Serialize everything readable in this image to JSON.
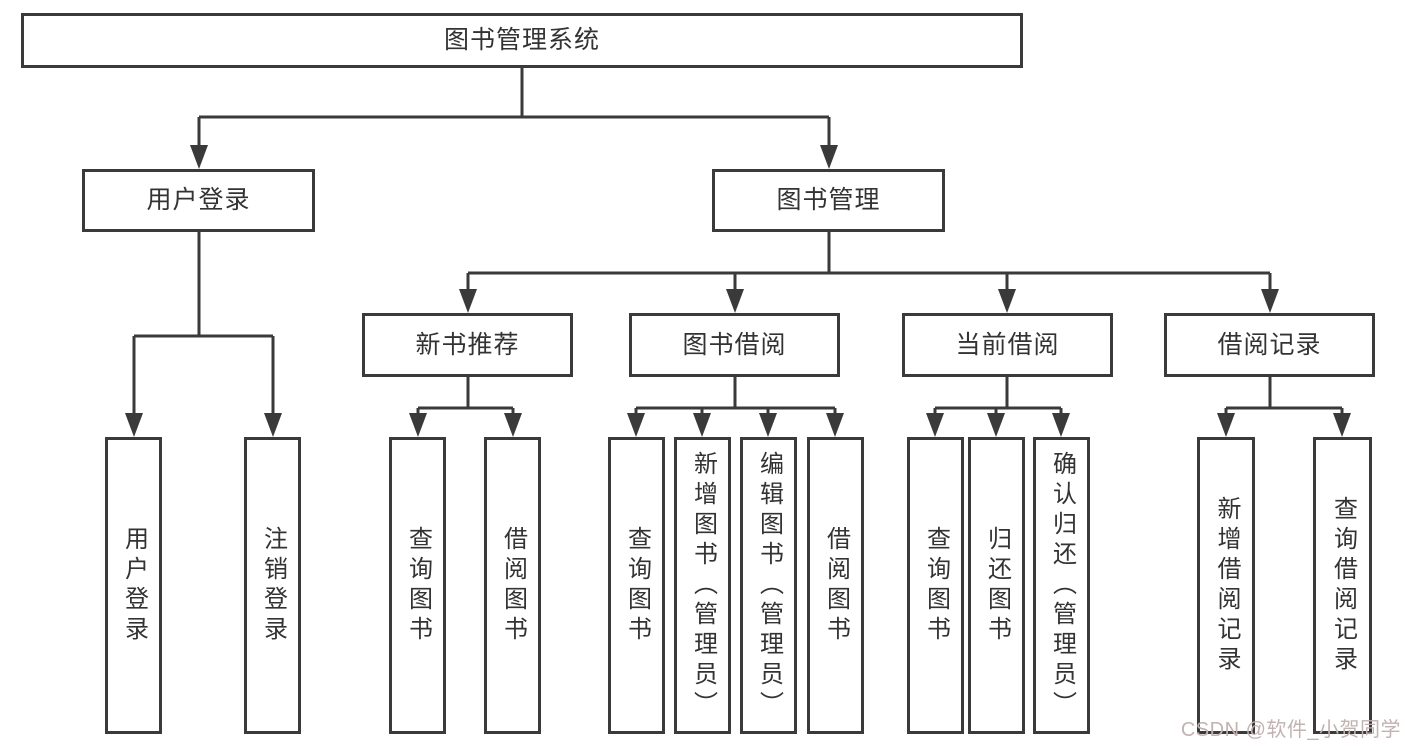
{
  "colors": {
    "line": "#3a3a3a",
    "text": "#333333",
    "bg": "#ffffff",
    "watermark": "#c2b2b2"
  },
  "nodes": {
    "root": {
      "label": "图书管理系统"
    },
    "level1": [
      {
        "label": "用户登录"
      },
      {
        "label": "图书管理"
      }
    ],
    "level2": [
      {
        "label": "新书推荐"
      },
      {
        "label": "图书借阅"
      },
      {
        "label": "当前借阅"
      },
      {
        "label": "借阅记录"
      }
    ],
    "leaves": [
      {
        "label": "用户登录"
      },
      {
        "label": "注销登录"
      },
      {
        "label": "查询图书"
      },
      {
        "label": "借阅图书"
      },
      {
        "label": "查询图书"
      },
      {
        "label": "新增图书（管理员）"
      },
      {
        "label": "编辑图书（管理员）"
      },
      {
        "label": "借阅图书"
      },
      {
        "label": "查询图书"
      },
      {
        "label": "归还图书"
      },
      {
        "label": "确认归还（管理员）"
      },
      {
        "label": "新增借阅记录"
      },
      {
        "label": "查询借阅记录"
      }
    ]
  },
  "watermark": {
    "text": "CSDN @软件_小贺同学"
  }
}
